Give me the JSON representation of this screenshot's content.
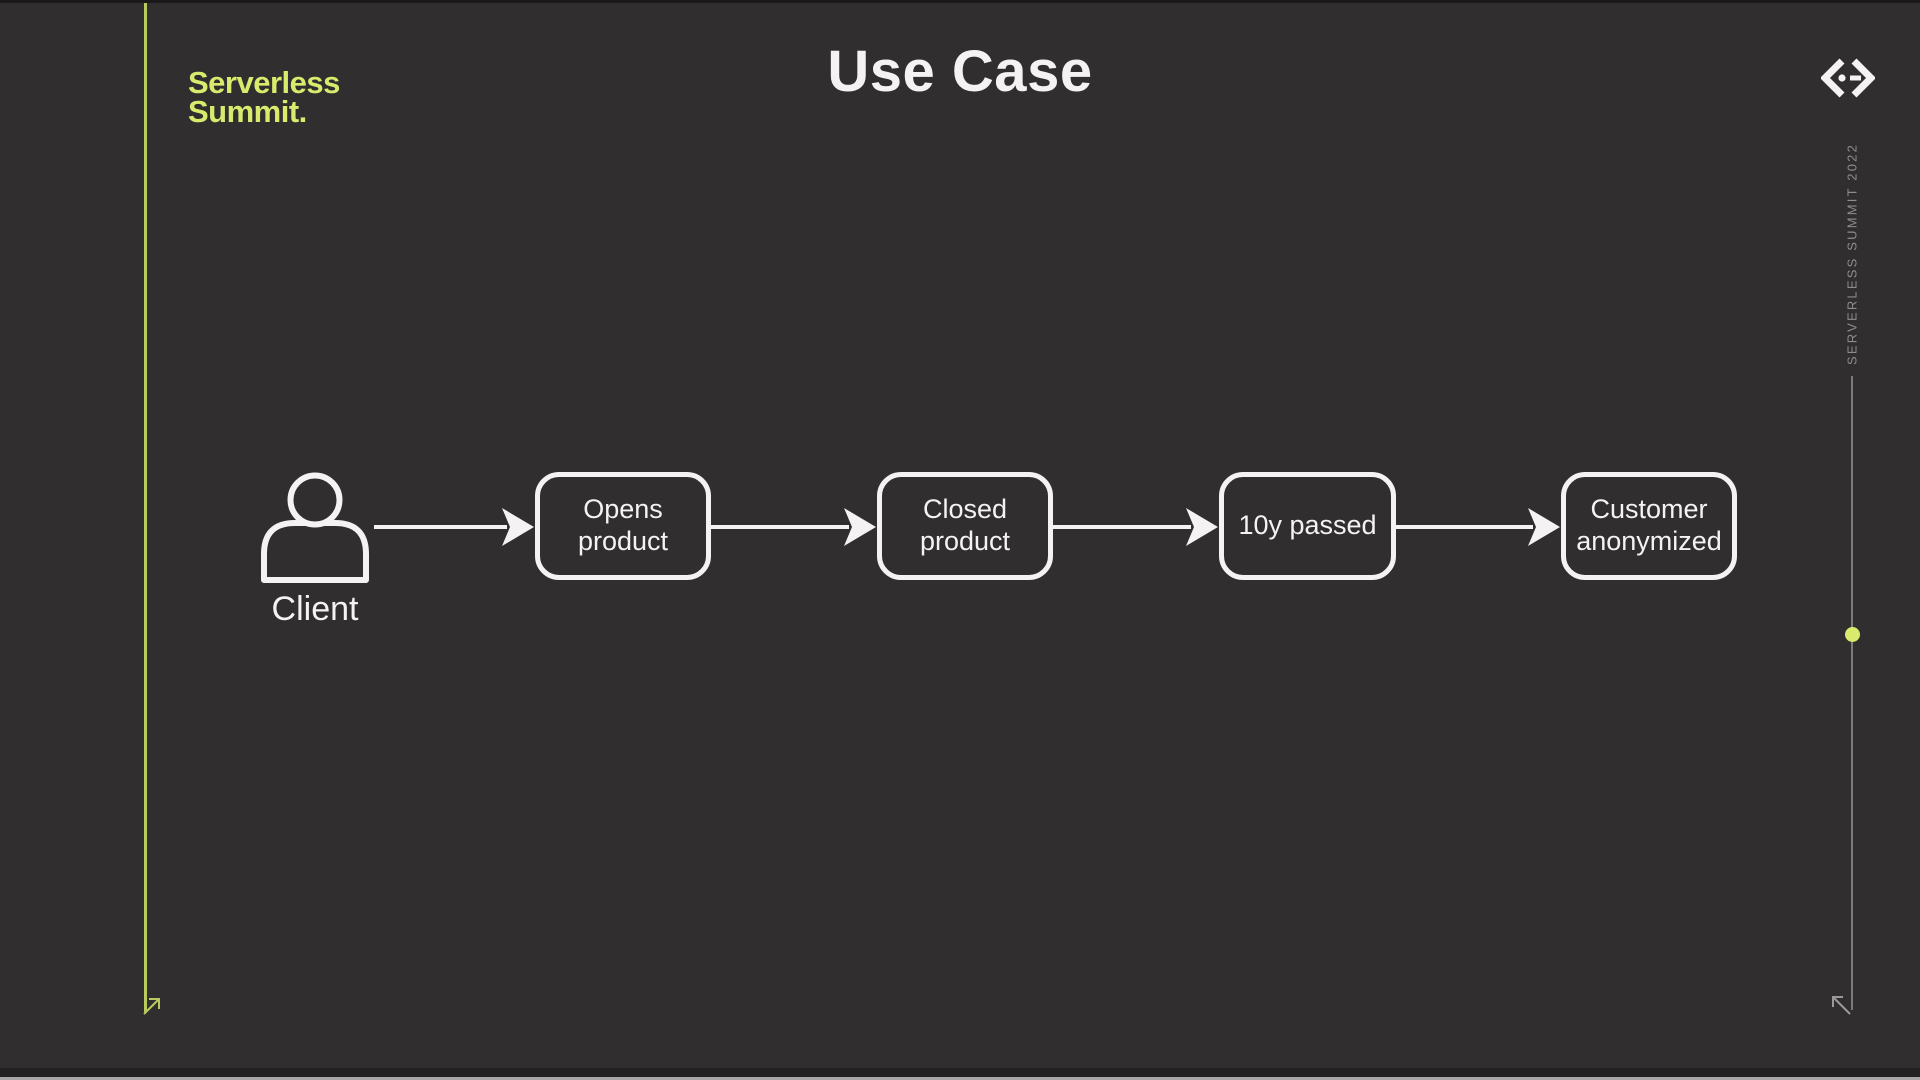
{
  "slide": {
    "title": "Use Case",
    "logo_line1": "Serverless",
    "logo_line2": "Summit.",
    "side_label": "SERVERLESS SUMMIT 2022"
  },
  "diagram": {
    "actor": {
      "label": "Client"
    },
    "steps": [
      {
        "label": "Opens product"
      },
      {
        "label": "Closed product"
      },
      {
        "label": "10y passed"
      },
      {
        "label": "Customer anonymized"
      }
    ]
  },
  "icons": {
    "code_icon": "<->",
    "person_icon": "person outline",
    "bottom_left_arrow": "arrow up-right",
    "bottom_right_arrow": "arrow up-left",
    "progress_dot": "dot"
  },
  "colors": {
    "background": "#302e2f",
    "accent_lime": "#d9ea6d",
    "line_lime": "#b9ca5e",
    "line_gray": "#7c7c7c",
    "muted_text": "#8d8d8d",
    "foreground": "#f4f2f3",
    "bottom_bar_dark": "#232122",
    "bottom_bar_light": "#a8a8a8"
  }
}
